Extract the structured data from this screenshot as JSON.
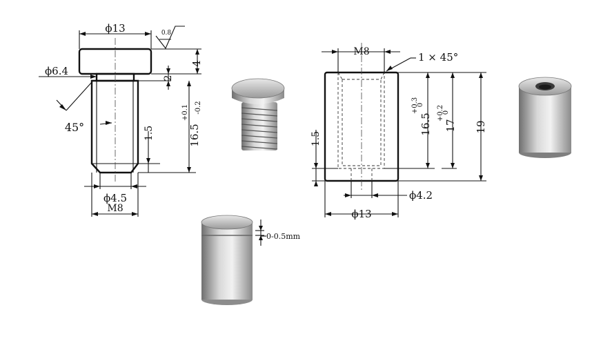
{
  "labels": {
    "bolt_head_dia": "ϕ13",
    "surface_finish": "0.8",
    "head_height": "4",
    "neck_dia": "ϕ6.4",
    "neck_height": "2",
    "chamfer_angle": "45°",
    "shank_length": "16.5",
    "shank_tol_upper": "+0.1",
    "shank_tol_lower": "-0.2",
    "shank_side": "1.5",
    "bolt_tip_dia": "ϕ4.5",
    "bolt_thread": "M8",
    "cap_thread": "M8",
    "cap_chamfer": "1 × 45°",
    "cap_side": "1.5",
    "cap_bore_depth": "16.5",
    "cap_bore_tol_upper": "+0.3",
    "cap_bore_tol_lower": "0",
    "cap_inner_len": "17",
    "cap_inner_tol_upper": "+0.2",
    "cap_inner_tol_lower": "0",
    "cap_total_len": "19",
    "cap_bottom_dia": "ϕ4.2",
    "cap_outer_dia": "ϕ13",
    "gap": "0-0.5mm"
  },
  "icons": {
    "screw_render": "bolt-3d-icon",
    "nut_render": "threaded-sleeve-3d-icon",
    "assembly_render": "assembled-standoff-3d-icon"
  }
}
